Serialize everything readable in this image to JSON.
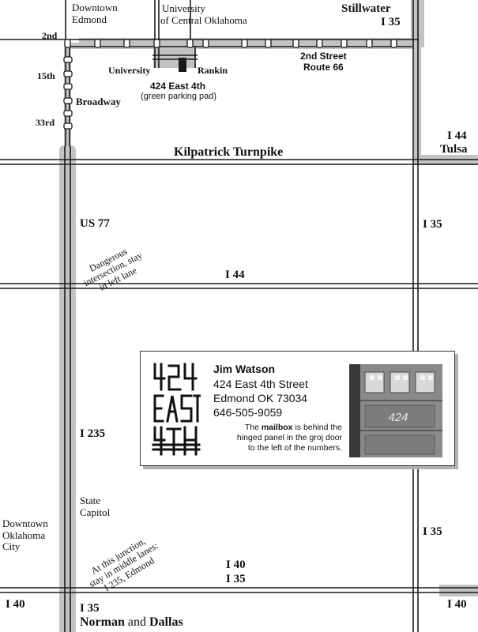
{
  "labels": {
    "downtown_edmond": "Downtown\nEdmond",
    "university_of": "University",
    "central_oklahoma": "of Central Oklahoma",
    "stillwater": "Stillwater",
    "i35_north": "I 35",
    "street_2nd": "2nd",
    "street_15th": "15th",
    "street_33rd": "33rd",
    "broadway": "Broadway",
    "university": "University",
    "rankin": "Rankin",
    "address_label": "424 East 4th",
    "parking_note": "(green parking pad)",
    "second_street": "2nd Street",
    "route_66": "Route 66",
    "kilpatrick": "Kilpatrick Turnpike",
    "i44_east": "I 44",
    "tulsa": "Tulsa",
    "us77": "US 77",
    "i35_mid_right": "I 35",
    "dangerous": "Dangerous\nintersection, stay\nin left lane",
    "i44_center": "I 44",
    "i235": "I 235",
    "state_capitol": "State\nCapitol",
    "downtown_okc": "Downtown\nOklahoma\nCity",
    "junction_note": "At this junction,\nstay in middle lanes:\nI 235, Edmond",
    "i35_low_right": "I 35",
    "i40_center": "I 40",
    "i35_center": "I 35",
    "i40_left": "I 40",
    "i40_right": "I 40",
    "i35_bottom": "I 35",
    "norman": "Norman",
    "and": "and",
    "dallas": "Dallas"
  },
  "card": {
    "name": "Jim Watson",
    "street": "424 East 4th Street",
    "city": "Edmond OK 73034",
    "phone": "646-505-9059",
    "note_pre": "The ",
    "note_bold": "mailbox",
    "note_post": " is behind the\nhinged panel in the groj door\nto the left of the numbers.",
    "house_number": "424",
    "logo_glyphs": [
      "424",
      "EAST",
      "4TH"
    ]
  },
  "colors": {
    "road_line": "#1a1a1a",
    "route_highlight": "#c3c3c3",
    "card_shadow": "#b0b0b0"
  }
}
